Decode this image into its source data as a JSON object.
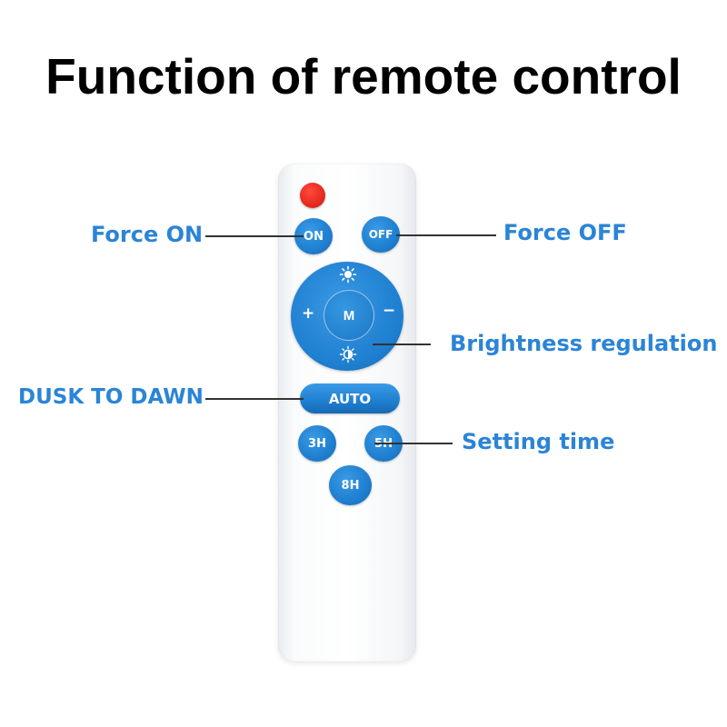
{
  "title": "Function of remote control",
  "buttons": {
    "on": "ON",
    "off": "OFF",
    "mode": "M",
    "plus": "+",
    "minus": "−",
    "auto": "AUTO",
    "h3": "3H",
    "h5": "5H",
    "h8": "8H"
  },
  "icons": {
    "brightness_up": "sun-icon",
    "brightness_down": "sun-dim-icon",
    "power": "power-indicator"
  },
  "labels": {
    "force_on": "Force ON",
    "force_off": "Force OFF",
    "brightness": "Brightness regulation",
    "dusk_to_dawn": "DUSK TO DAWN",
    "setting_time": "Setting time"
  },
  "colors": {
    "button_blue": "#1f7fd0",
    "label_blue": "#2b84d6",
    "power_red": "#e0261a"
  }
}
